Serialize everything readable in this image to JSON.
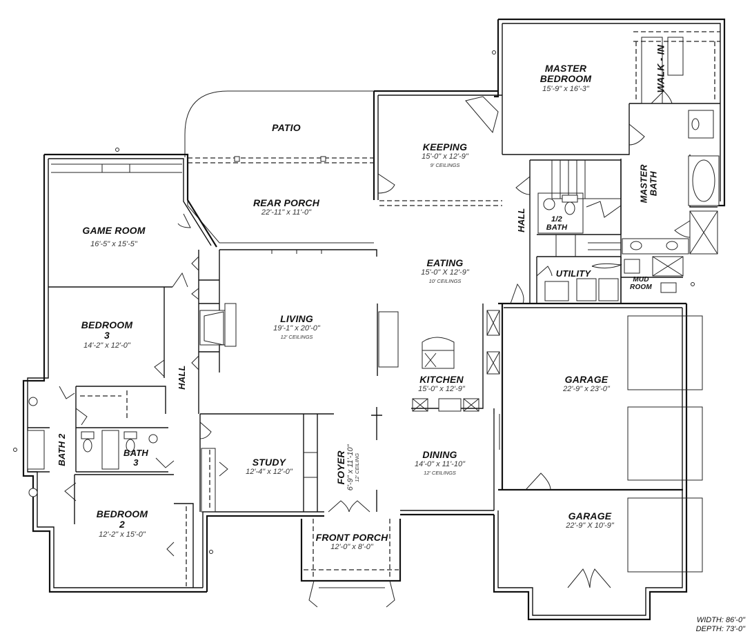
{
  "plan": {
    "rooms": [
      {
        "id": "master-bedroom",
        "name": "MASTER BEDROOM",
        "name_line1": "MASTER",
        "name_line2": "BEDROOM",
        "dims": "15'-9\" x 16'-3\""
      },
      {
        "id": "walk-in",
        "name": "WALK - IN"
      },
      {
        "id": "master-bath",
        "name": "MASTER BATH",
        "name_line1": "MASTER",
        "name_line2": "BATH"
      },
      {
        "id": "patio",
        "name": "PATIO"
      },
      {
        "id": "keeping",
        "name": "KEEPING",
        "dims": "15'-0\" x 12'-9\"",
        "ceiling": "9' CEILINGS"
      },
      {
        "id": "rear-porch",
        "name": "REAR PORCH",
        "dims": "22'-11\" x 11'-0\""
      },
      {
        "id": "game-room",
        "name": "GAME ROOM",
        "dims": "16'-5\" x 15'-5\""
      },
      {
        "id": "hall-east",
        "name": "HALL"
      },
      {
        "id": "half-bath",
        "name": "1/2 BATH",
        "name_line1": "1/2",
        "name_line2": "BATH"
      },
      {
        "id": "utility",
        "name": "UTILITY"
      },
      {
        "id": "mud-room",
        "name": "MUD ROOM",
        "name_line1": "MUD",
        "name_line2": "ROOM"
      },
      {
        "id": "eating",
        "name": "EATING",
        "dims": "15'-0\" X 12'-9\"",
        "ceiling": "10' CEILINGS"
      },
      {
        "id": "living",
        "name": "LIVING",
        "dims": "19'-1\" x 20'-0\"",
        "ceiling": "12' CEILINGS"
      },
      {
        "id": "bedroom-3",
        "name": "BEDROOM 3",
        "name_line1": "BEDROOM",
        "name_line2": "3",
        "dims": "14'-2\" x 12'-0\""
      },
      {
        "id": "hall-west",
        "name": "HALL"
      },
      {
        "id": "kitchen",
        "name": "KITCHEN",
        "dims": "15'-0\" x 12'-9\""
      },
      {
        "id": "garage-main",
        "name": "GARAGE",
        "dims": "22'-9\" x 23'-0\""
      },
      {
        "id": "bath-2",
        "name": "BATH 2"
      },
      {
        "id": "bath-3",
        "name": "BATH 3",
        "name_line1": "BATH",
        "name_line2": "3"
      },
      {
        "id": "study",
        "name": "STUDY",
        "dims": "12'-4\" x 12'-0\""
      },
      {
        "id": "foyer",
        "name": "FOYER",
        "dims": "6'-9\" x 11'-10\"",
        "ceiling": "12' CEILING"
      },
      {
        "id": "dining",
        "name": "DINING",
        "dims": "14'-0\" x 11'-10\"",
        "ceiling": "12' CEILINGS"
      },
      {
        "id": "bedroom-2",
        "name": "BEDROOM 2",
        "name_line1": "BEDROOM",
        "name_line2": "2",
        "dims": "12'-2\" x 15'-0\""
      },
      {
        "id": "front-porch",
        "name": "FRONT PORCH",
        "dims": "12'-0\" x 8'-0\""
      },
      {
        "id": "garage-side",
        "name": "GARAGE",
        "dims": "22'-9\" X 10'-9\""
      }
    ],
    "overall": {
      "width_label": "WIDTH: 86'-0\"",
      "depth_label": "DEPTH: 73'-0\""
    }
  }
}
